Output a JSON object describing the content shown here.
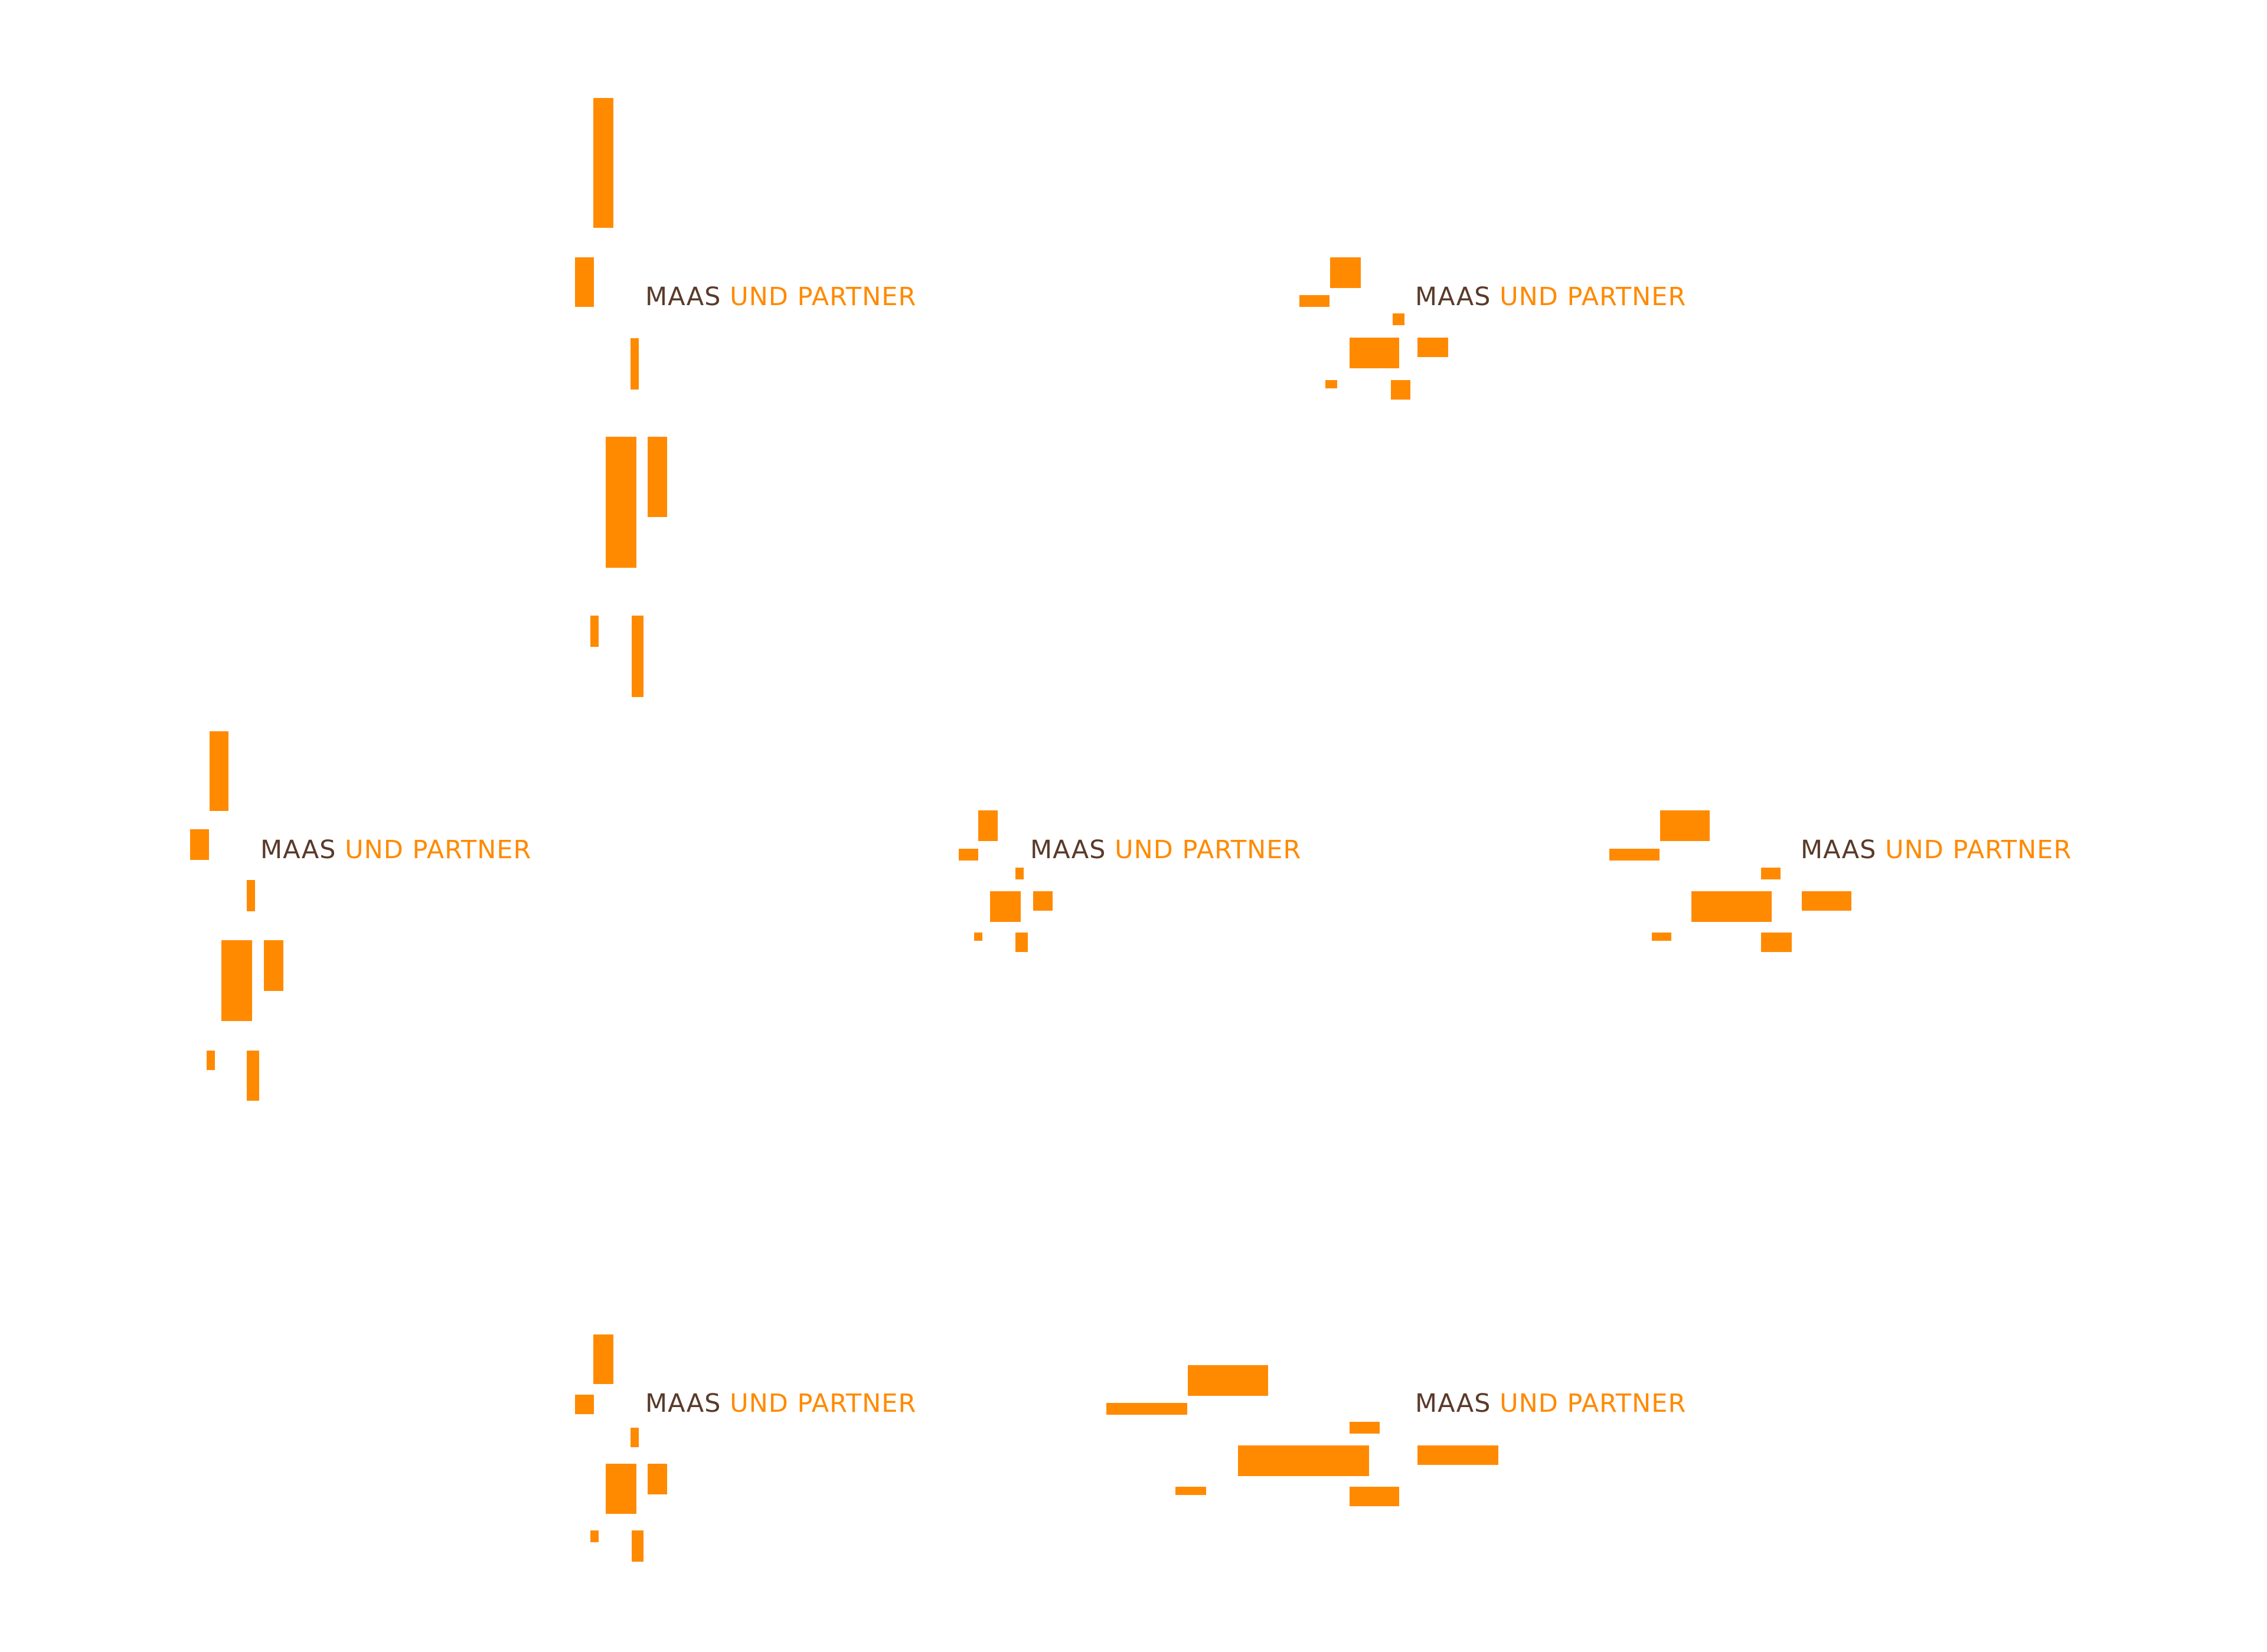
{
  "colors": {
    "accent": "#ff8a00",
    "dark_text": "#5a3a2a"
  },
  "logo_variants": [
    {
      "name": "variant-tall-vertical",
      "maas": "MAAS",
      "partner": "UND PARTNER"
    },
    {
      "name": "variant-compact-scatter",
      "maas": "MAAS",
      "partner": "UND PARTNER"
    },
    {
      "name": "variant-medium-vertical",
      "maas": "MAAS",
      "partner": "UND PARTNER"
    },
    {
      "name": "variant-small-center",
      "maas": "MAAS",
      "partner": "UND PARTNER"
    },
    {
      "name": "variant-medium-horizontal",
      "maas": "MAAS",
      "partner": "UND PARTNER"
    },
    {
      "name": "variant-short-vertical",
      "maas": "MAAS",
      "partner": "UND PARTNER"
    },
    {
      "name": "variant-wide-horizontal",
      "maas": "MAAS",
      "partner": "UND PARTNER"
    }
  ]
}
